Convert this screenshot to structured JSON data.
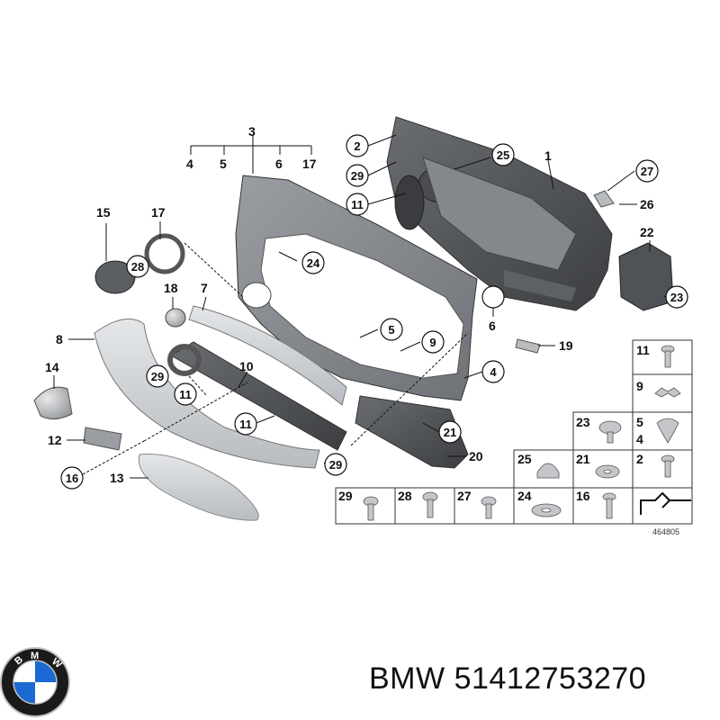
{
  "diagram": {
    "drawing_number": "464805",
    "parts": {
      "p1": "1",
      "p2": "2",
      "p3": "3",
      "p4": "4",
      "p5": "5",
      "p6": "6",
      "p7": "7",
      "p8": "8",
      "p9": "9",
      "p10": "10",
      "p11": "11",
      "p12": "12",
      "p13": "13",
      "p14": "14",
      "p15": "15",
      "p16": "16",
      "p17": "17",
      "p18": "18",
      "p19": "19",
      "p20": "20",
      "p21": "21",
      "p22": "22",
      "p23": "23",
      "p24": "24",
      "p25": "25",
      "p26": "26",
      "p27": "27",
      "p28": "28",
      "p29": "29"
    }
  },
  "caption": {
    "brand": "BMW",
    "part_number": "51412753270"
  },
  "logo": {
    "letters": "BMW",
    "colors": {
      "blue": "#1c69d4",
      "white": "#ffffff",
      "ring": "#1a1a1a",
      "silver": "#c0c0c0"
    }
  }
}
